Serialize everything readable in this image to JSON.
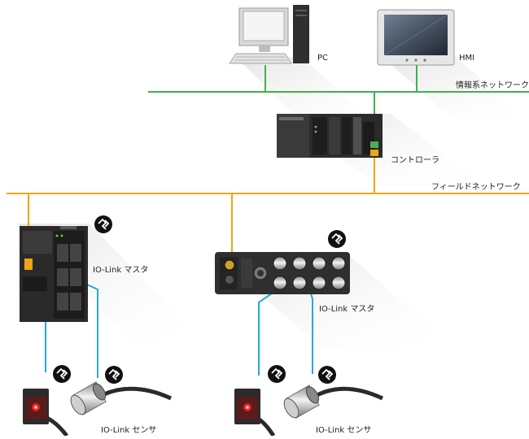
{
  "labels": {
    "pc": "PC",
    "hmi": "HMI",
    "info_network": "情報系ネットワーク",
    "controller": "コントローラ",
    "field_network": "フィールドネットワーク",
    "master_left": "IO-Link マスタ",
    "master_right": "IO-Link マスタ",
    "sensor_left": "IO-Link センサ",
    "sensor_right": "IO-Link センサ"
  },
  "colors": {
    "info_network": "#3cb34a",
    "field_network": "#f0a516",
    "io_link": "#27a7e0",
    "device_dark": "#2b2b2b"
  },
  "icons": [
    "io-link-logo-icon"
  ]
}
